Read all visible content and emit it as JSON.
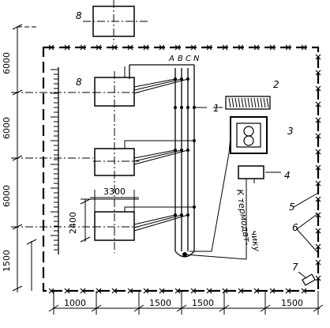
{
  "phases": [
    "A",
    "B",
    "C",
    "N"
  ],
  "callouts": [
    "1",
    "2",
    "3",
    "4",
    "5",
    "6",
    "7",
    "8",
    "8"
  ],
  "dimensions": {
    "left_6000_top": "6000",
    "left_6000_mid": "6000",
    "left_6000_low": "6000",
    "left_1500": "1500",
    "d2400": "2400",
    "d3300": "3300",
    "bottom_1000": "1000",
    "bottom_1500_a": "1500",
    "bottom_1500_b": "1500",
    "bottom_1500_c": "1500"
  },
  "thermostat_note": {
    "line1": "К термодат-",
    "line2": "чику"
  }
}
